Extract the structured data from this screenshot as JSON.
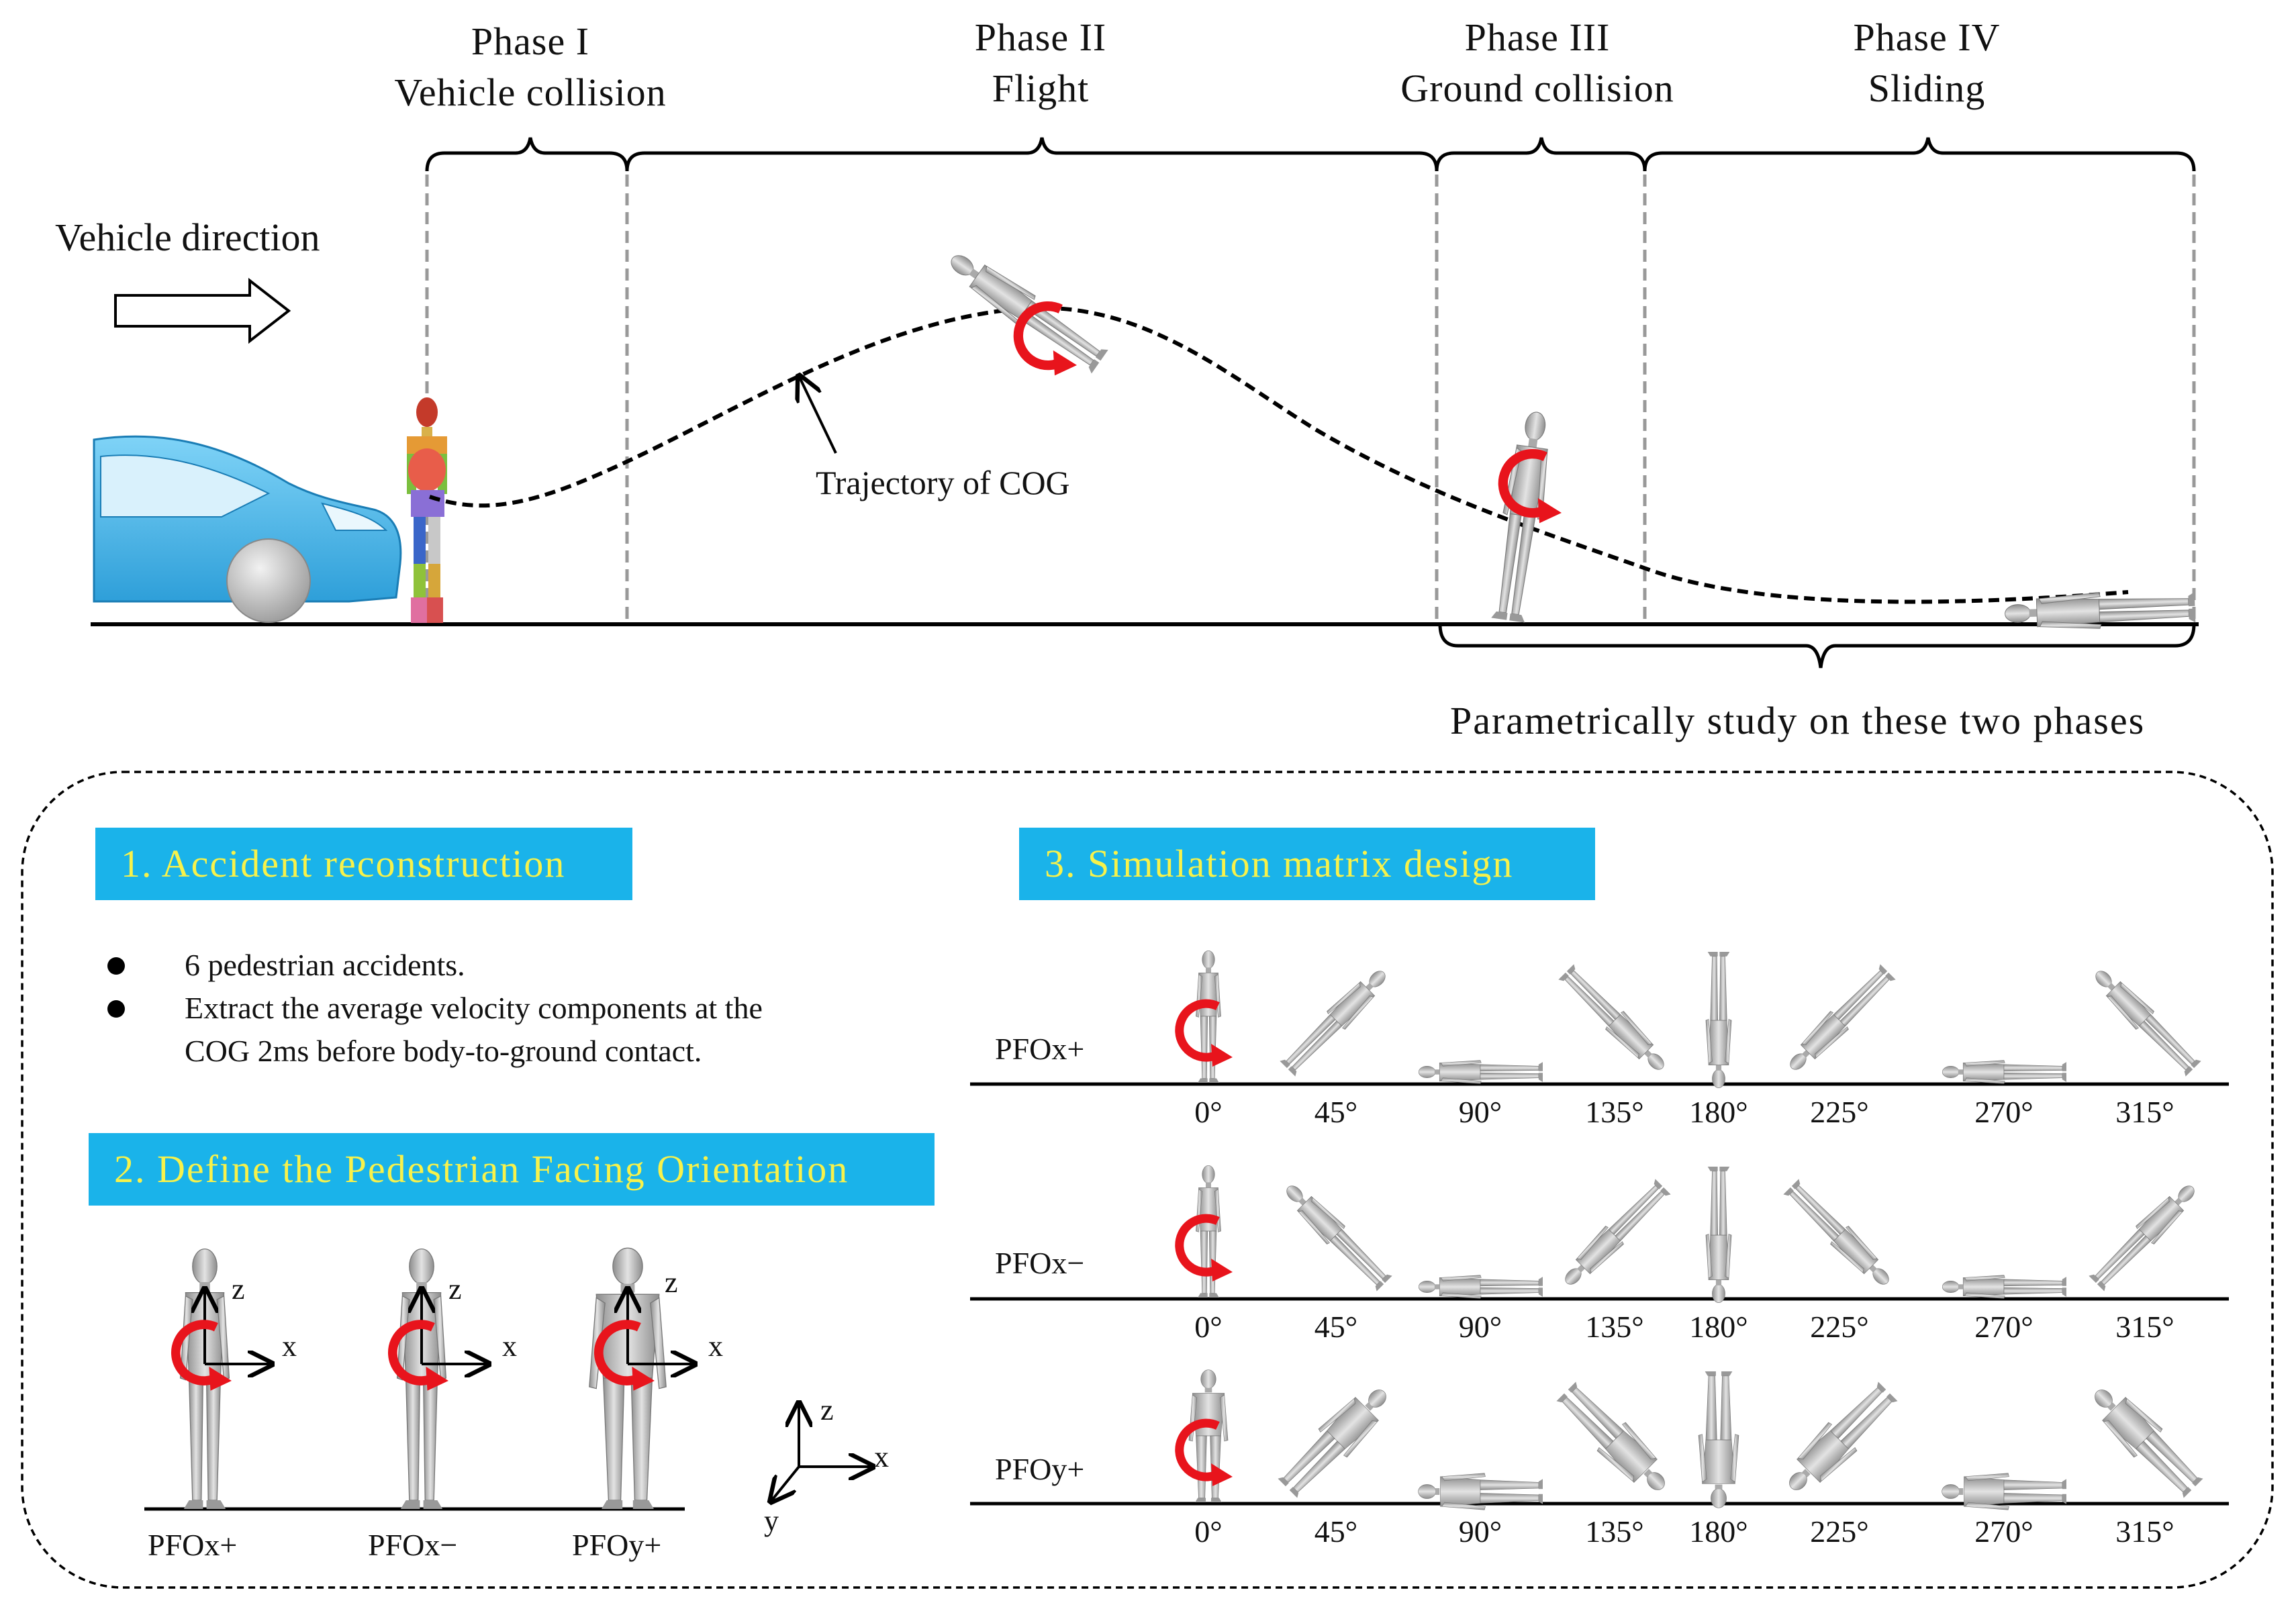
{
  "phases": [
    {
      "name": "Phase I",
      "desc": "Vehicle collision"
    },
    {
      "name": "Phase II",
      "desc": "Flight"
    },
    {
      "name": "Phase III",
      "desc": "Ground collision"
    },
    {
      "name": "Phase IV",
      "desc": "Sliding"
    }
  ],
  "vehicle_direction": "Vehicle direction",
  "trajectory_label": "Trajectory of COG",
  "parametric_note": "Parametrically study on these two phases",
  "boxes": {
    "accident": "1. Accident reconstruction",
    "define": "2. Define the Pedestrian Facing Orientation",
    "matrix": "3. Simulation matrix design"
  },
  "bullets": [
    "6 pedestrian accidents.",
    "Extract the average velocity components at the",
    "COG 2ms before body-to-ground contact."
  ],
  "pfo_labels": [
    "PFOx+",
    "PFOx−",
    "PFOy+"
  ],
  "axis_labels": {
    "z": "z",
    "x": "x",
    "y": "y"
  },
  "angles": [
    "0°",
    "45°",
    "90°",
    "135°",
    "180°",
    "225°",
    "270°",
    "315°"
  ],
  "colors": {
    "box_fill": "#1ab3ea",
    "box_text": "#f7f24b",
    "rotation_arrow": "#e8141c",
    "vehicle": "#3fb3ec",
    "dummy": "#b8b8b8"
  }
}
